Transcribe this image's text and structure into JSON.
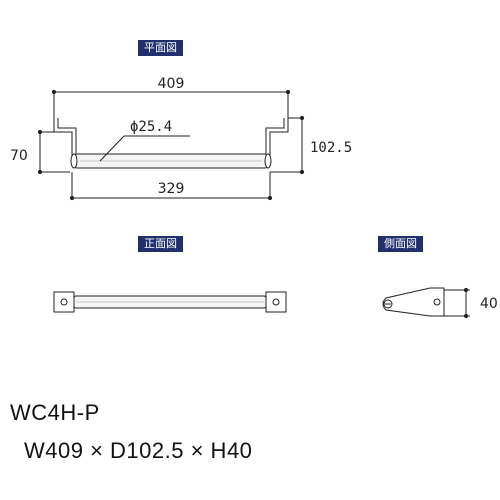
{
  "labels": {
    "plan": "平面図",
    "front": "正面図",
    "side": "側面図"
  },
  "dims": {
    "overall_width": "409",
    "diameter": "ϕ25.4",
    "depth": "102.5",
    "left_height": "70",
    "inner_width": "329",
    "side_height": "40"
  },
  "product": {
    "model": "WC4H-P",
    "spec": "W409 × D102.5 × H40"
  },
  "colors": {
    "label_bg": "#20306e",
    "line": "#222222",
    "bar_fill": "#f5f5f5"
  }
}
